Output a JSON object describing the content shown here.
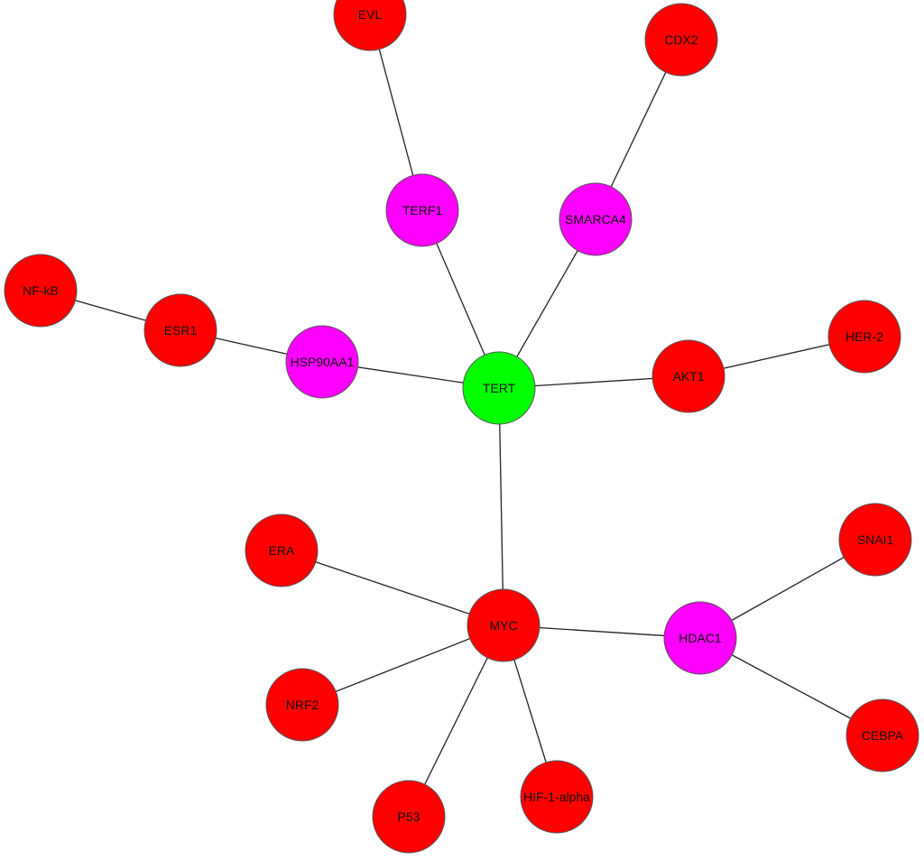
{
  "diagram": {
    "type": "network",
    "colors": {
      "hub": "#00ff00",
      "intermediate": "#ff00ff",
      "leaf": "#ff0000",
      "edge": "#222222",
      "border": "#555555"
    },
    "nodes": [
      {
        "id": "EVL",
        "label": "EVL",
        "group": "leaf"
      },
      {
        "id": "CDX2",
        "label": "CDX2",
        "group": "leaf"
      },
      {
        "id": "TERF1",
        "label": "TERF1",
        "group": "intermediate"
      },
      {
        "id": "SMARCA4",
        "label": "SMARCA4",
        "group": "intermediate"
      },
      {
        "id": "NF-kB",
        "label": "NF-kB",
        "group": "leaf"
      },
      {
        "id": "ESR1",
        "label": "ESR1",
        "group": "leaf"
      },
      {
        "id": "HSP90AA1",
        "label": "HSP90AA1",
        "group": "intermediate"
      },
      {
        "id": "TERT",
        "label": "TERT",
        "group": "hub"
      },
      {
        "id": "AKT1",
        "label": "AKT1",
        "group": "leaf"
      },
      {
        "id": "HER-2",
        "label": "HER-2",
        "group": "leaf"
      },
      {
        "id": "ERA",
        "label": "ERA",
        "group": "leaf"
      },
      {
        "id": "MYC",
        "label": "MYC",
        "group": "leaf"
      },
      {
        "id": "HDAC1",
        "label": "HDAC1",
        "group": "intermediate"
      },
      {
        "id": "SNAI1",
        "label": "SNAI1",
        "group": "leaf"
      },
      {
        "id": "NRF2",
        "label": "NRF2",
        "group": "leaf"
      },
      {
        "id": "CEBPA",
        "label": "CEBPA",
        "group": "leaf"
      },
      {
        "id": "P53",
        "label": "P53",
        "group": "leaf"
      },
      {
        "id": "HIF-1-alpha",
        "label": "HIF-1-alpha",
        "group": "leaf"
      }
    ],
    "edges": [
      [
        "EVL",
        "TERF1"
      ],
      [
        "CDX2",
        "SMARCA4"
      ],
      [
        "TERF1",
        "TERT"
      ],
      [
        "SMARCA4",
        "TERT"
      ],
      [
        "NF-kB",
        "ESR1"
      ],
      [
        "ESR1",
        "HSP90AA1"
      ],
      [
        "HSP90AA1",
        "TERT"
      ],
      [
        "TERT",
        "AKT1"
      ],
      [
        "AKT1",
        "HER-2"
      ],
      [
        "TERT",
        "MYC"
      ],
      [
        "ERA",
        "MYC"
      ],
      [
        "MYC",
        "HDAC1"
      ],
      [
        "HDAC1",
        "SNAI1"
      ],
      [
        "HDAC1",
        "CEBPA"
      ],
      [
        "MYC",
        "NRF2"
      ],
      [
        "MYC",
        "P53"
      ],
      [
        "MYC",
        "HIF-1-alpha"
      ]
    ]
  }
}
